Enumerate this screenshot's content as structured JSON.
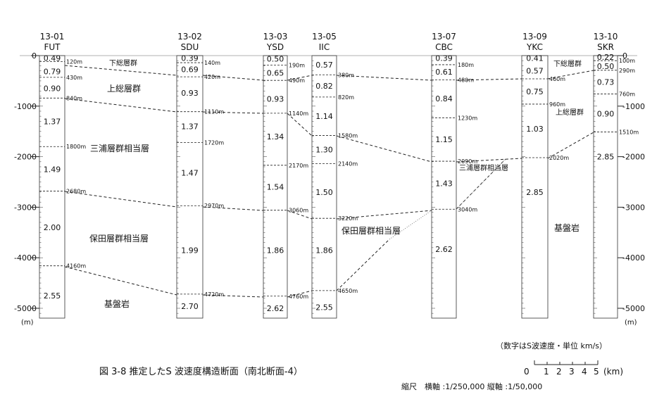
{
  "figure": {
    "caption": "図 3-8  推定したS 波速度構造断面（南北断面-4）",
    "note": "（数字はS波速度・単位 km/s）",
    "unit_left": "(m)",
    "unit_right": "(m)",
    "scale_title": "縮尺",
    "scale_text": "横軸 :1/250,000  縦軸 :1/50,000",
    "scale_labels": [
      "0",
      "1",
      "2",
      "3",
      "4",
      "5"
    ],
    "scale_unit": "(km)",
    "depth_ticks": [
      {
        "label": "0",
        "depth": 0
      },
      {
        "label": "-1000",
        "depth": 1000
      },
      {
        "label": "-2000",
        "depth": 2000
      },
      {
        "label": "-3000",
        "depth": 3000
      },
      {
        "label": "-4000",
        "depth": 4000
      },
      {
        "label": "-5000",
        "depth": 5000
      }
    ]
  },
  "wells": [
    {
      "code": "13-01",
      "name": "FUT",
      "velocities": [
        {
          "v": "0.49",
          "d": 50
        },
        {
          "v": "0.79",
          "d": 310
        },
        {
          "v": "0.90",
          "d": 650
        },
        {
          "v": "1.37",
          "d": 1300
        },
        {
          "v": "1.49",
          "d": 2250
        },
        {
          "v": "2.00",
          "d": 3400
        },
        {
          "v": "2.55",
          "d": 4750
        }
      ],
      "boundaries": [
        {
          "label": "120m",
          "d": 120
        },
        {
          "label": "430m",
          "d": 430
        },
        {
          "label": "840m",
          "d": 840
        },
        {
          "label": "1800m",
          "d": 1800
        },
        {
          "label": "2680m",
          "d": 2680
        },
        {
          "label": "4160m",
          "d": 4160
        }
      ]
    },
    {
      "code": "13-02",
      "name": "SDU",
      "velocities": [
        {
          "v": "0.39",
          "d": 50
        },
        {
          "v": "0.69",
          "d": 270
        },
        {
          "v": "0.93",
          "d": 740
        },
        {
          "v": "1.37",
          "d": 1400
        },
        {
          "v": "1.47",
          "d": 2320
        },
        {
          "v": "1.99",
          "d": 3850
        },
        {
          "v": "2.70",
          "d": 4960
        }
      ],
      "boundaries": [
        {
          "label": "140m",
          "d": 140
        },
        {
          "label": "420m",
          "d": 420
        },
        {
          "label": "1110m",
          "d": 1110
        },
        {
          "label": "1720m",
          "d": 1720
        },
        {
          "label": "2970m",
          "d": 2970
        },
        {
          "label": "4720m",
          "d": 4720
        }
      ]
    },
    {
      "code": "13-03",
      "name": "YSD",
      "velocities": [
        {
          "v": "0.50",
          "d": 60
        },
        {
          "v": "0.65",
          "d": 340
        },
        {
          "v": "0.93",
          "d": 860
        },
        {
          "v": "1.34",
          "d": 1600
        },
        {
          "v": "1.54",
          "d": 2600
        },
        {
          "v": "1.86",
          "d": 3850
        },
        {
          "v": "2.62",
          "d": 5000
        }
      ],
      "boundaries": [
        {
          "label": "190m",
          "d": 190
        },
        {
          "label": "490m",
          "d": 490
        },
        {
          "label": "1140m",
          "d": 1140
        },
        {
          "label": "2170m",
          "d": 2170
        },
        {
          "label": "3060m",
          "d": 3060
        },
        {
          "label": "4760m",
          "d": 4760
        }
      ]
    },
    {
      "code": "13-05",
      "name": "IIC",
      "velocities": [
        {
          "v": "0.57",
          "d": 180
        },
        {
          "v": "0.82",
          "d": 600
        },
        {
          "v": "1.14",
          "d": 1200
        },
        {
          "v": "1.30",
          "d": 1860
        },
        {
          "v": "1.50",
          "d": 2700
        },
        {
          "v": "1.86",
          "d": 3850
        },
        {
          "v": "2.55",
          "d": 4980
        }
      ],
      "boundaries": [
        {
          "label": "380m",
          "d": 380
        },
        {
          "label": "820m",
          "d": 820
        },
        {
          "label": "1580m",
          "d": 1580
        },
        {
          "label": "2140m",
          "d": 2140
        },
        {
          "label": "3220m",
          "d": 3220
        },
        {
          "label": "4650m",
          "d": 4650
        }
      ]
    },
    {
      "code": "13-07",
      "name": "CBC",
      "velocities": [
        {
          "v": "0.39",
          "d": 50
        },
        {
          "v": "0.61",
          "d": 320
        },
        {
          "v": "0.84",
          "d": 850
        },
        {
          "v": "1.15",
          "d": 1660
        },
        {
          "v": "1.43",
          "d": 2530
        },
        {
          "v": "2.62",
          "d": 3830
        }
      ],
      "boundaries": [
        {
          "label": "180m",
          "d": 180
        },
        {
          "label": "480m",
          "d": 480
        },
        {
          "label": "1230m",
          "d": 1230
        },
        {
          "label": "2090m",
          "d": 2090
        },
        {
          "label": "3040m",
          "d": 3040
        }
      ]
    },
    {
      "code": "13-09",
      "name": "YKC",
      "velocities": [
        {
          "v": "0.41",
          "d": 50
        },
        {
          "v": "0.57",
          "d": 300
        },
        {
          "v": "0.75",
          "d": 710
        },
        {
          "v": "1.03",
          "d": 1450
        },
        {
          "v": "2.85",
          "d": 2700
        }
      ],
      "boundaries": [
        {
          "label": "460m",
          "d": 460
        },
        {
          "label": "960m",
          "d": 960
        },
        {
          "label": "2020m",
          "d": 2020
        }
      ]
    },
    {
      "code": "13-10",
      "name": "SKR",
      "velocities": [
        {
          "v": "0.22",
          "d": 30
        },
        {
          "v": "0.50",
          "d": 210
        },
        {
          "v": "0.73",
          "d": 520
        },
        {
          "v": "0.90",
          "d": 1150
        },
        {
          "v": "2.85",
          "d": 2000
        }
      ],
      "boundaries": [
        {
          "label": "100m",
          "d": 100
        },
        {
          "label": "290m",
          "d": 290
        },
        {
          "label": "760m",
          "d": 760
        },
        {
          "label": "1510m",
          "d": 1510
        }
      ]
    }
  ],
  "layers": [
    {
      "label": "下総層群"
    },
    {
      "label": "上総層群"
    },
    {
      "label": "三浦層群相当層"
    },
    {
      "label": "保田層群相当層"
    },
    {
      "label": "基盤岩"
    },
    {
      "label": "保田層群相当層"
    },
    {
      "label": "三浦層群相当層"
    },
    {
      "label": "下総層群"
    },
    {
      "label": "上総層群"
    },
    {
      "label": "基盤岩"
    }
  ]
}
